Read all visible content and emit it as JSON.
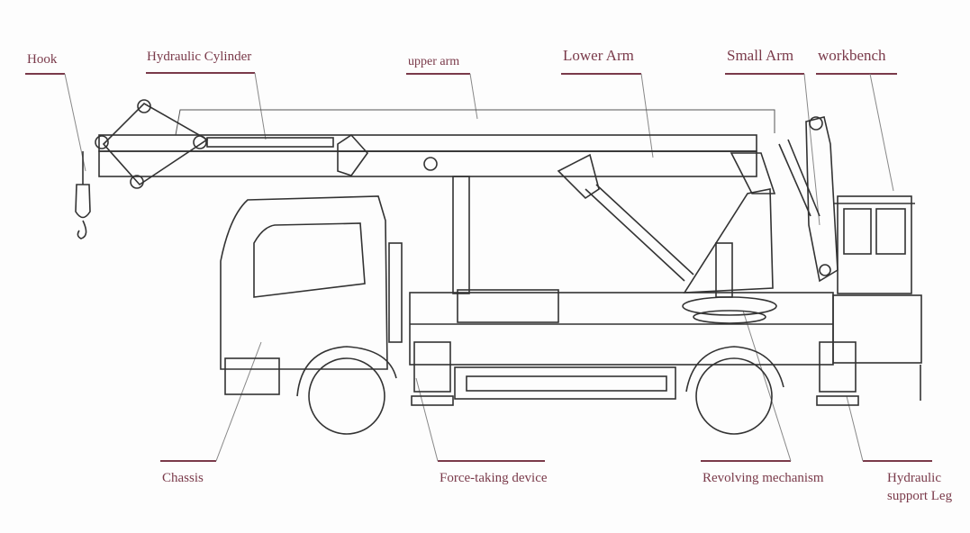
{
  "title": "Truck-mounted aerial work platform diagram",
  "labels": {
    "hook": "Hook",
    "hydraulic_cylinder": "Hydraulic Cylinder",
    "upper_arm": "upper arm",
    "lower_arm": "Lower Arm",
    "small_arm": "Small Arm",
    "workbench": "workbench",
    "chassis": "Chassis",
    "force_taking_device": "Force-taking device",
    "revolving_mechanism": "Revolving mechanism",
    "hydraulic_support_leg_1": "Hydraulic",
    "hydraulic_support_leg_2": "support Leg"
  },
  "colors": {
    "label": "#7a3a4a",
    "line": "#333333",
    "leader": "#888888"
  }
}
